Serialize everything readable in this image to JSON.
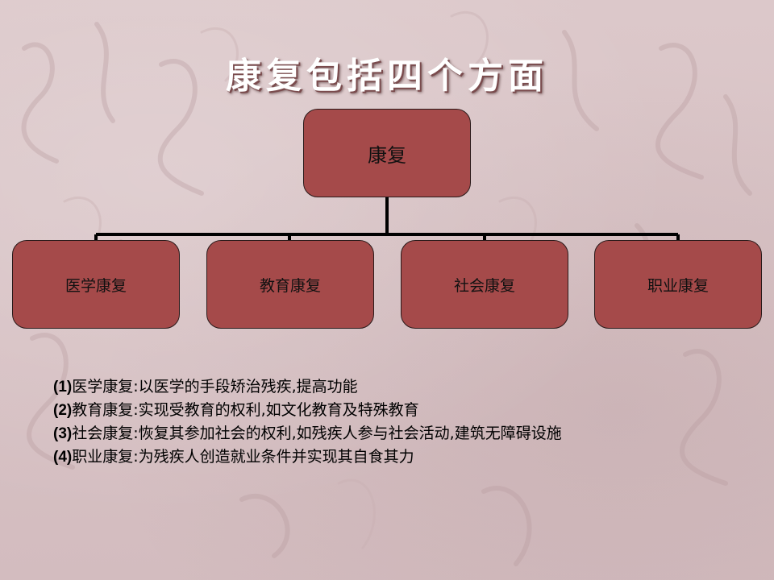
{
  "slide": {
    "title": "康复包括四个方面",
    "root_label": "康复",
    "children": [
      "医学康复",
      "教育康复",
      "社会康复",
      "职业康复"
    ],
    "descriptions": [
      {
        "num": "(1)",
        "text": "医学康复:以医学的手段矫治残疾,提高功能"
      },
      {
        "num": "(2)",
        "text": "教育康复:实现受教育的权利,如文化教育及特殊教育"
      },
      {
        "num": "(3)",
        "text": "社会康复:恢复其参加社会的权利,如残疾人参与社会活动,建筑无障碍设施"
      },
      {
        "num": "(4)",
        "text": "职业康复:为残疾人创造就业条件并实现其自食其力"
      }
    ]
  },
  "colors": {
    "box_fill": "#a54a4a",
    "box_border": "#2a1a1a",
    "connector": "#000000",
    "background": "#d8c3c5",
    "title_text": "#ffffff"
  }
}
